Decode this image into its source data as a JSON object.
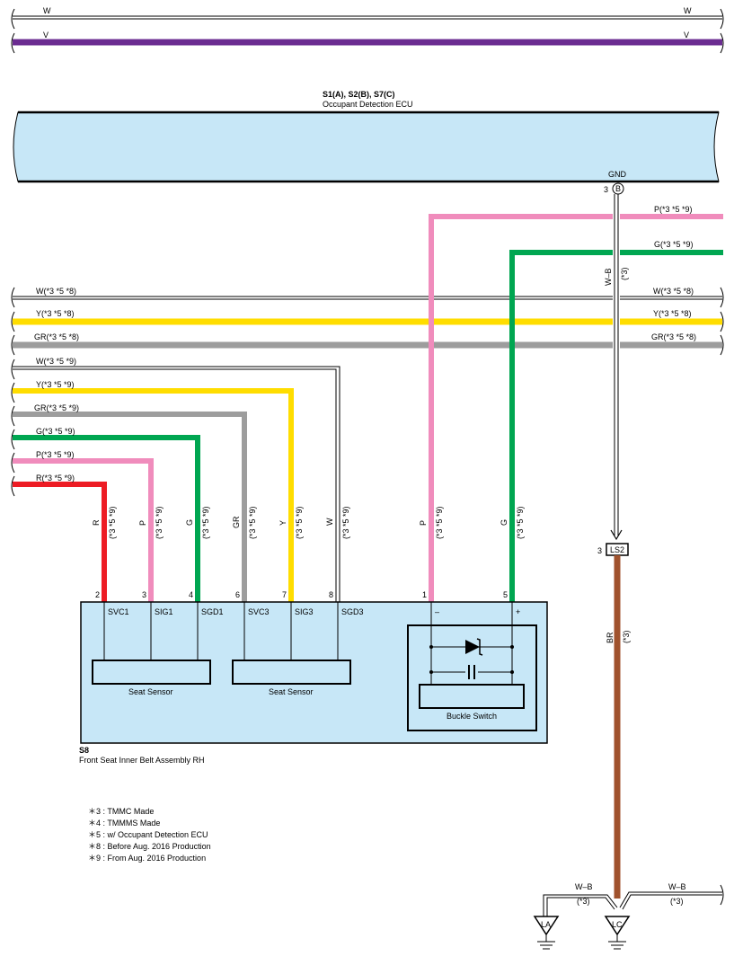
{
  "colors": {
    "white": "#ffffff",
    "violet": "#6b2c91",
    "pink": "#f08cbc",
    "green": "#00a651",
    "yellow": "#ffdd00",
    "gray": "#9d9d9d",
    "red": "#ed1c24",
    "brown": "#a0522d",
    "ecu_fill": "#c7e7f7"
  },
  "top_wires": {
    "w": "W",
    "v": "V"
  },
  "ecu": {
    "connectors": "S1(A), S2(B), S7(C)",
    "name": "Occupant Detection ECU",
    "gnd_label": "GND",
    "gnd_pin": "3",
    "gnd_conn": "B"
  },
  "right_wires": {
    "p_label": "P(*3 *5 *9)",
    "g_label": "G(*3 *5 *9)",
    "wb_label": "W–B",
    "wb_note": "(*3)"
  },
  "bus_wires": {
    "w_left": "W(*3 *5 *8)",
    "w_right": "W(*3 *5 *8)",
    "y_left": "Y(*3 *5 *8)",
    "y_right": "Y(*3 *5 *8)",
    "gr_left": "GR(*3 *5 *8)",
    "gr_right": "GR(*3 *5 *8)"
  },
  "branch_wires": {
    "w": "W(*3 *5 *9)",
    "y": "Y(*3 *5 *9)",
    "gr": "GR(*3 *5 *9)",
    "g": "G(*3 *5 *9)",
    "p": "P(*3 *5 *9)",
    "r": "R(*3 *5 *9)"
  },
  "vertical_labels": {
    "r": "R",
    "p": "P",
    "g": "G",
    "gr": "GR",
    "y": "Y",
    "w": "W",
    "p2": "P",
    "g2": "G",
    "note": "(*3 *5 *9)"
  },
  "splice": {
    "pin": "3",
    "name": "LS2"
  },
  "br_wire": {
    "color": "BR",
    "note": "(*3)"
  },
  "assembly": {
    "connector": "S8",
    "name": "Front Seat Inner Belt Assembly RH",
    "pins": [
      {
        "num": "2",
        "name": "SVC1"
      },
      {
        "num": "3",
        "name": "SIG1"
      },
      {
        "num": "4",
        "name": "SGD1"
      },
      {
        "num": "6",
        "name": "SVC3"
      },
      {
        "num": "7",
        "name": "SIG3"
      },
      {
        "num": "8",
        "name": "SGD3"
      },
      {
        "num": "1",
        "name": "–"
      },
      {
        "num": "5",
        "name": "+"
      }
    ],
    "seat_sensor_1": "Seat Sensor",
    "seat_sensor_2": "Seat Sensor",
    "buckle_switch": "Buckle Switch"
  },
  "notes": [
    "＊3 : TMMC Made",
    "＊4 : TMMMS Made",
    "＊5 : w/ Occupant Detection ECU",
    "＊8 : Before Aug.  2016 Production",
    "＊9 : From Aug.  2016 Production"
  ],
  "grounds": {
    "la": "LA",
    "lc": "LC",
    "left_label": "W–B",
    "left_note": "(*3)",
    "right_label": "W–B",
    "right_note": "(*3)"
  }
}
